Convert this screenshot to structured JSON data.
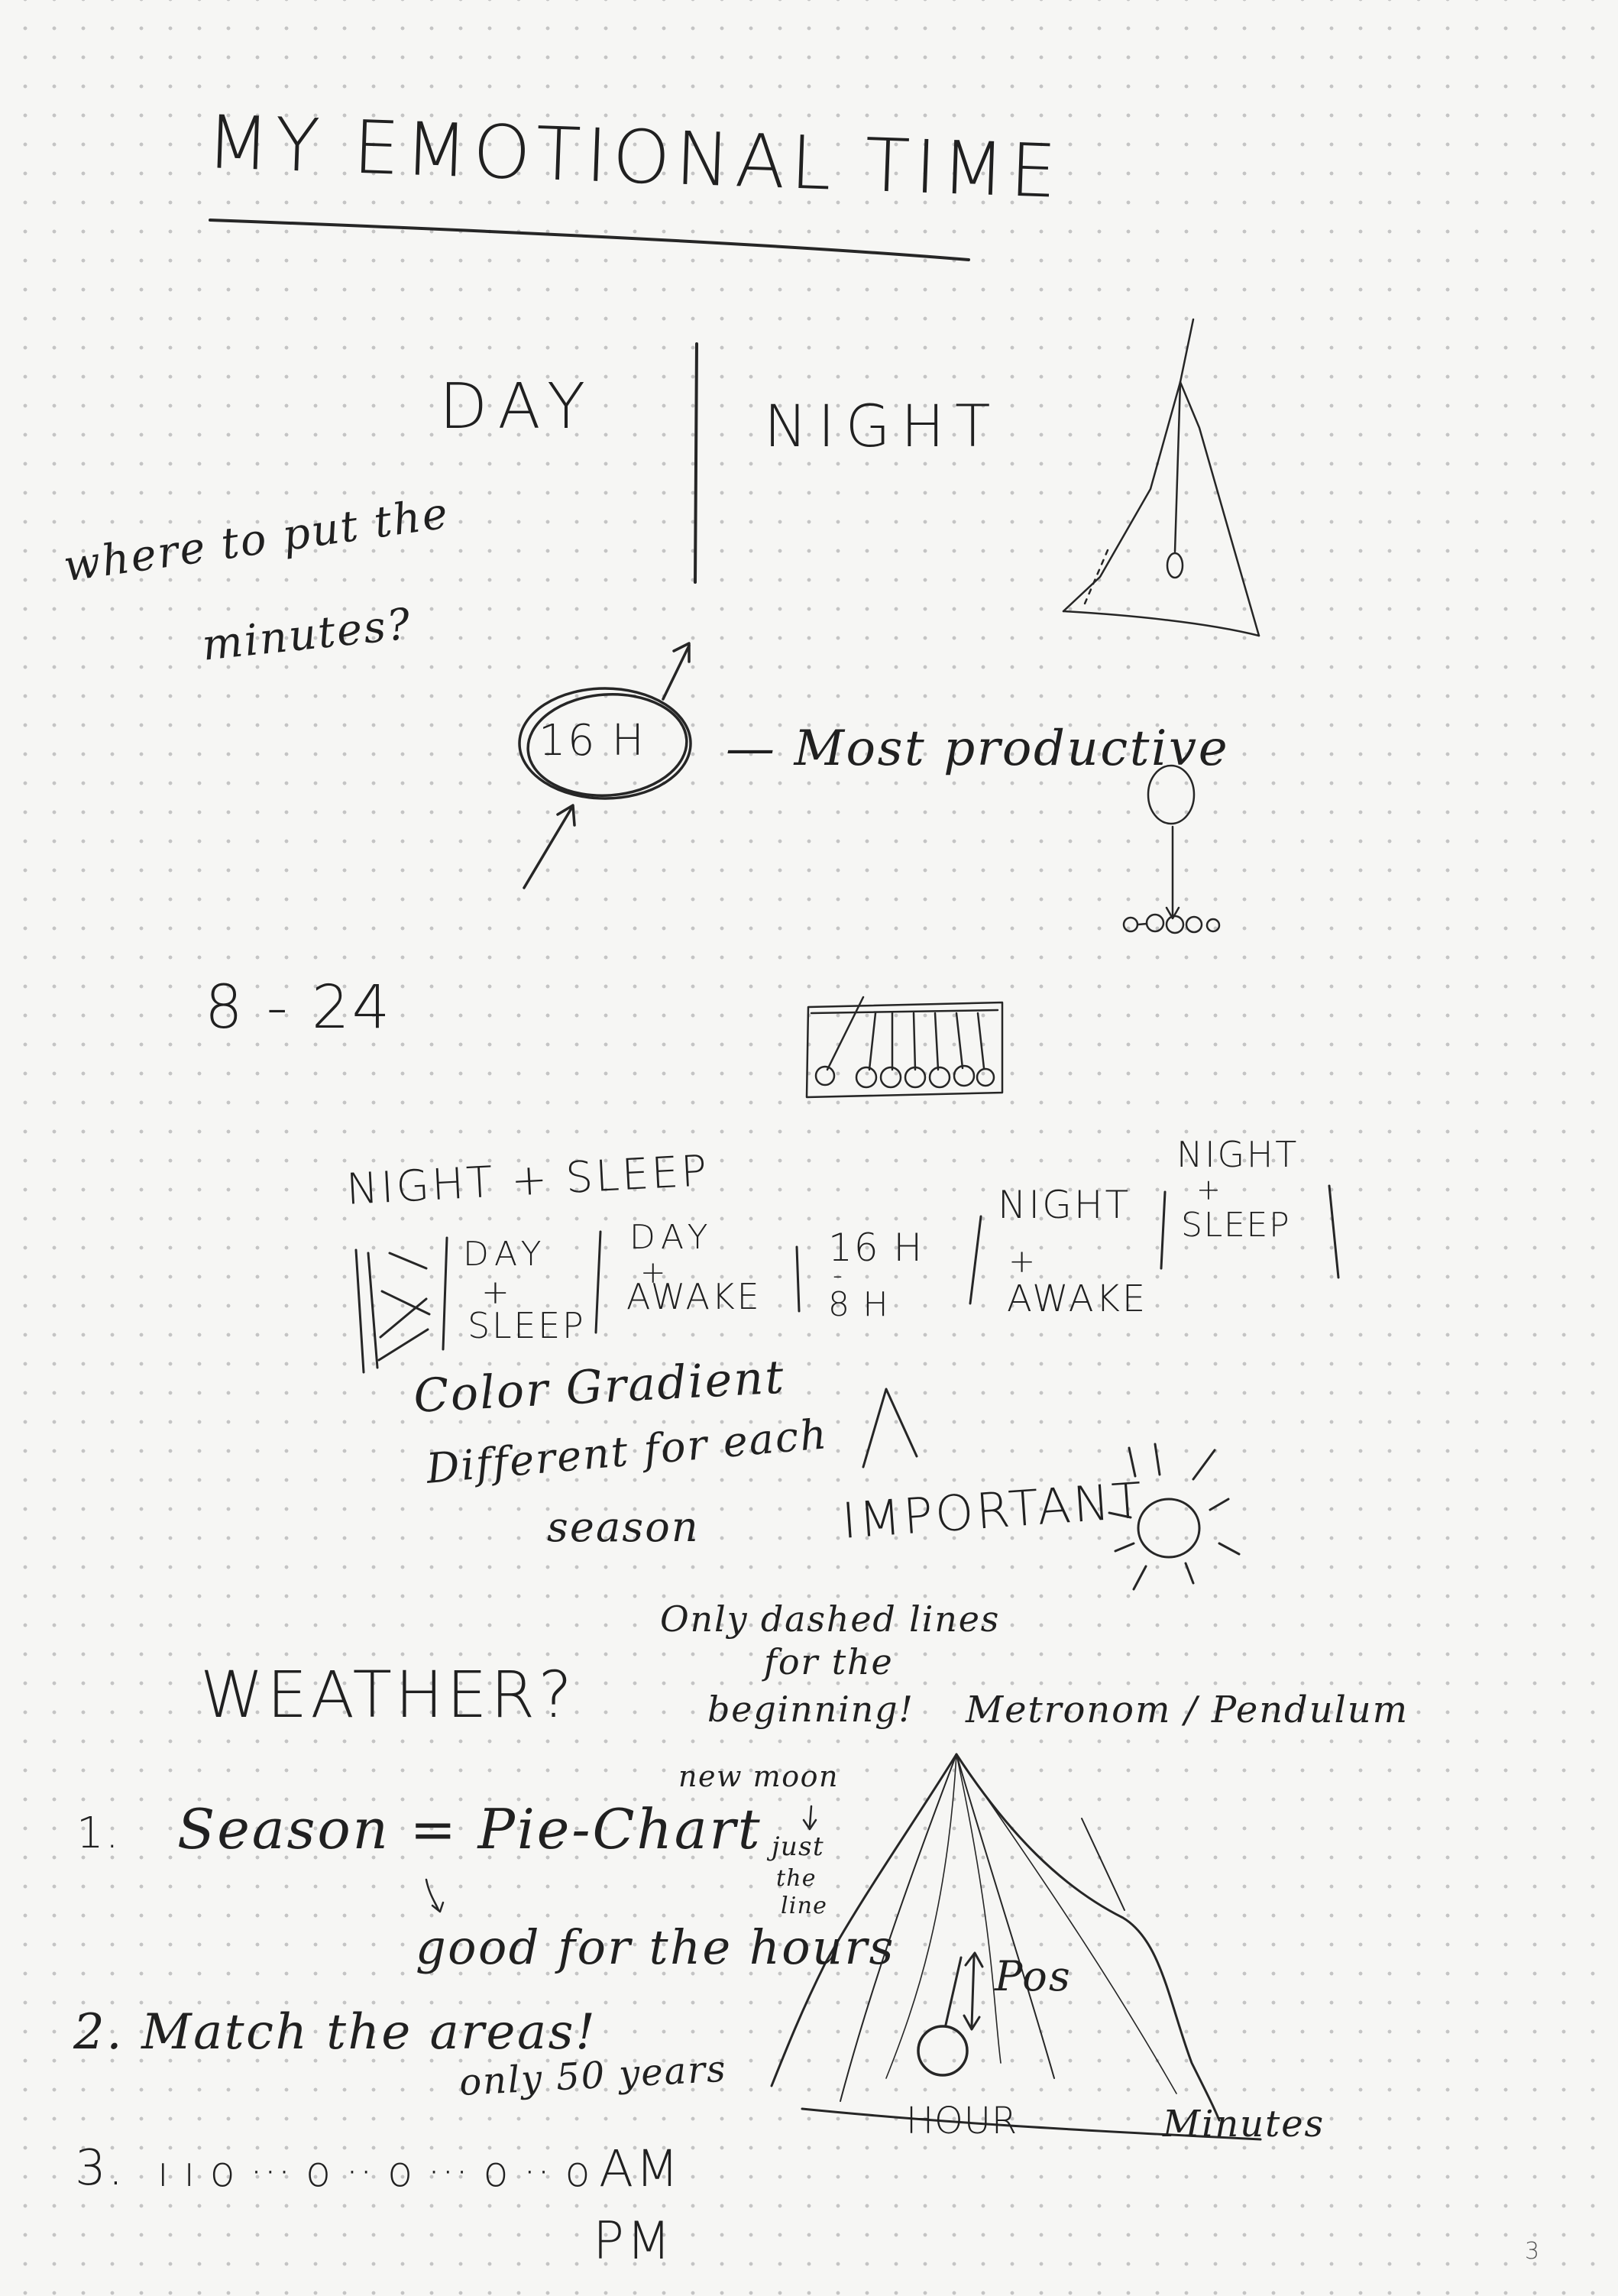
{
  "title": "MY EMOTIONAL TIME",
  "top": {
    "day": "DAY",
    "night": "NIGHT",
    "question": [
      "where to put the",
      "minutes?"
    ],
    "hour_circle": "16 H",
    "most_productive": "— Most productive",
    "range": "8 - 24"
  },
  "segments": {
    "header": "NIGHT + SLEEP",
    "day_sleep": [
      "DAY",
      "+",
      "SLEEP"
    ],
    "day_awake": [
      "DAY",
      "+",
      "AWAKE"
    ],
    "sixteen": [
      "16 H",
      "-",
      "8 H"
    ],
    "night_awake": [
      "NIGHT",
      "+",
      "AWAKE"
    ],
    "night_sleep": [
      "NIGHT",
      "+",
      "SLEEP"
    ]
  },
  "notes": {
    "color_gradient": "Color Gradient",
    "different": [
      "Different for each",
      "season"
    ],
    "important": "IMPORTANT",
    "dashed": [
      "Only dashed lines",
      "for the",
      "beginning!"
    ],
    "new_moon": "new moon",
    "just_line": [
      "just",
      "the",
      "line"
    ]
  },
  "weather": "WEATHER?",
  "metronome": {
    "title": "Metronom / Pendulum",
    "pos": "Pos",
    "hour": "HOUR",
    "minutes": "Minutes"
  },
  "list": {
    "item1_num": "1.",
    "item1": "Season = Pie-Chart",
    "item1_sub": "good for the hours",
    "item2": "2. Match the areas!",
    "item2_sub": "only 50 years",
    "item3_num": "3.",
    "item3_dots": "ı ı o ··· o ·· o ··· o ·· o",
    "am": "AM",
    "pm": "PM"
  },
  "page_number": "3"
}
